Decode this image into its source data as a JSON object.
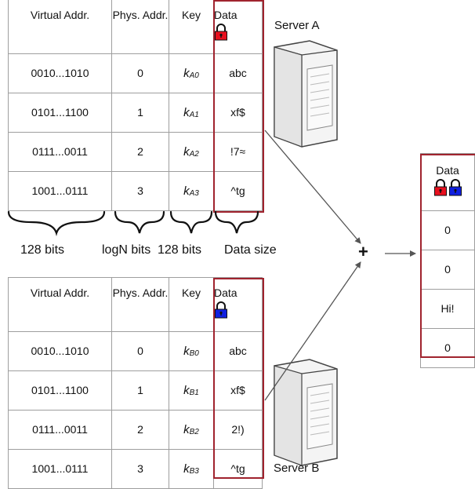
{
  "columns": [
    "Virtual Addr.",
    "Phys. Addr.",
    "Key",
    "Data"
  ],
  "server_a": {
    "label": "Server A",
    "rows": [
      {
        "vaddr": "0010...1010",
        "paddr": "0",
        "key_base": "k",
        "key_sub": "A0",
        "data": "abc"
      },
      {
        "vaddr": "0101...1100",
        "paddr": "1",
        "key_base": "k",
        "key_sub": "A1",
        "data": "xf$"
      },
      {
        "vaddr": "0111...0011",
        "paddr": "2",
        "key_base": "k",
        "key_sub": "A2",
        "data": "!7≈"
      },
      {
        "vaddr": "1001...0111",
        "paddr": "3",
        "key_base": "k",
        "key_sub": "A3",
        "data": "^tg"
      }
    ]
  },
  "server_b": {
    "label": "Server B",
    "rows": [
      {
        "vaddr": "0010...1010",
        "paddr": "0",
        "key_base": "k",
        "key_sub": "B0",
        "data": "abc"
      },
      {
        "vaddr": "0101...1100",
        "paddr": "1",
        "key_base": "k",
        "key_sub": "B1",
        "data": "xf$"
      },
      {
        "vaddr": "0111...0011",
        "paddr": "2",
        "key_base": "k",
        "key_sub": "B2",
        "data": "2!)"
      },
      {
        "vaddr": "1001...0111",
        "paddr": "3",
        "key_base": "k",
        "key_sub": "B3",
        "data": "^tg"
      }
    ]
  },
  "brace_labels": [
    "128 bits",
    "logN bits",
    "128 bits",
    "Data size"
  ],
  "combine_symbol": "+",
  "result": {
    "header": "Data",
    "values": [
      "0",
      "0",
      "Hi!",
      "0"
    ]
  },
  "colors": {
    "lock_a": "#e8101e",
    "lock_b": "#1020e0",
    "highlight_border": "#a0232e",
    "grid": "#9e9e9e",
    "arrow": "#555555"
  }
}
